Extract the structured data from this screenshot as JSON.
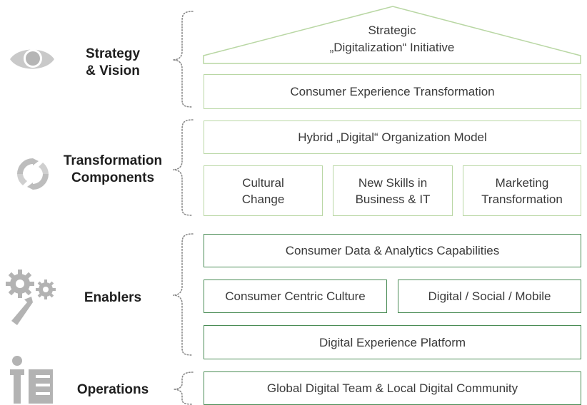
{
  "sections": {
    "strategy": {
      "label_line1": "Strategy",
      "label_line2": "& Vision",
      "icon": "eye-icon"
    },
    "transformation": {
      "label_line1": "Transformation",
      "label_line2": "Components",
      "icon": "refresh-icon"
    },
    "enablers": {
      "label": "Enablers",
      "icon": "gears-wrench-icon"
    },
    "operations": {
      "label": "Operations",
      "icon": "people-team-icon"
    }
  },
  "boxes": {
    "roof_line1": "Strategic",
    "roof_line2": "„Digitalization“ Initiative",
    "consumer_experience": "Consumer Experience Transformation",
    "hybrid_model": "Hybrid „Digital“ Organization Model",
    "cultural_line1": "Cultural",
    "cultural_line2": "Change",
    "skills_line1": "New Skills in",
    "skills_line2": "Business & IT",
    "marketing_line1": "Marketing",
    "marketing_line2": "Transformation",
    "consumer_data": "Consumer Data & Analytics Capabilities",
    "consumer_culture": "Consumer Centric Culture",
    "digital_social": "Digital / Social / Mobile",
    "experience_platform": "Digital Experience Platform",
    "global_team": "Global Digital Team & Local Digital Community"
  },
  "colors": {
    "light_border": "#b9d7a4",
    "dark_border": "#4a8c55",
    "icon_gray": "#a6a6a6",
    "brace_gray": "#8a8a8a"
  }
}
